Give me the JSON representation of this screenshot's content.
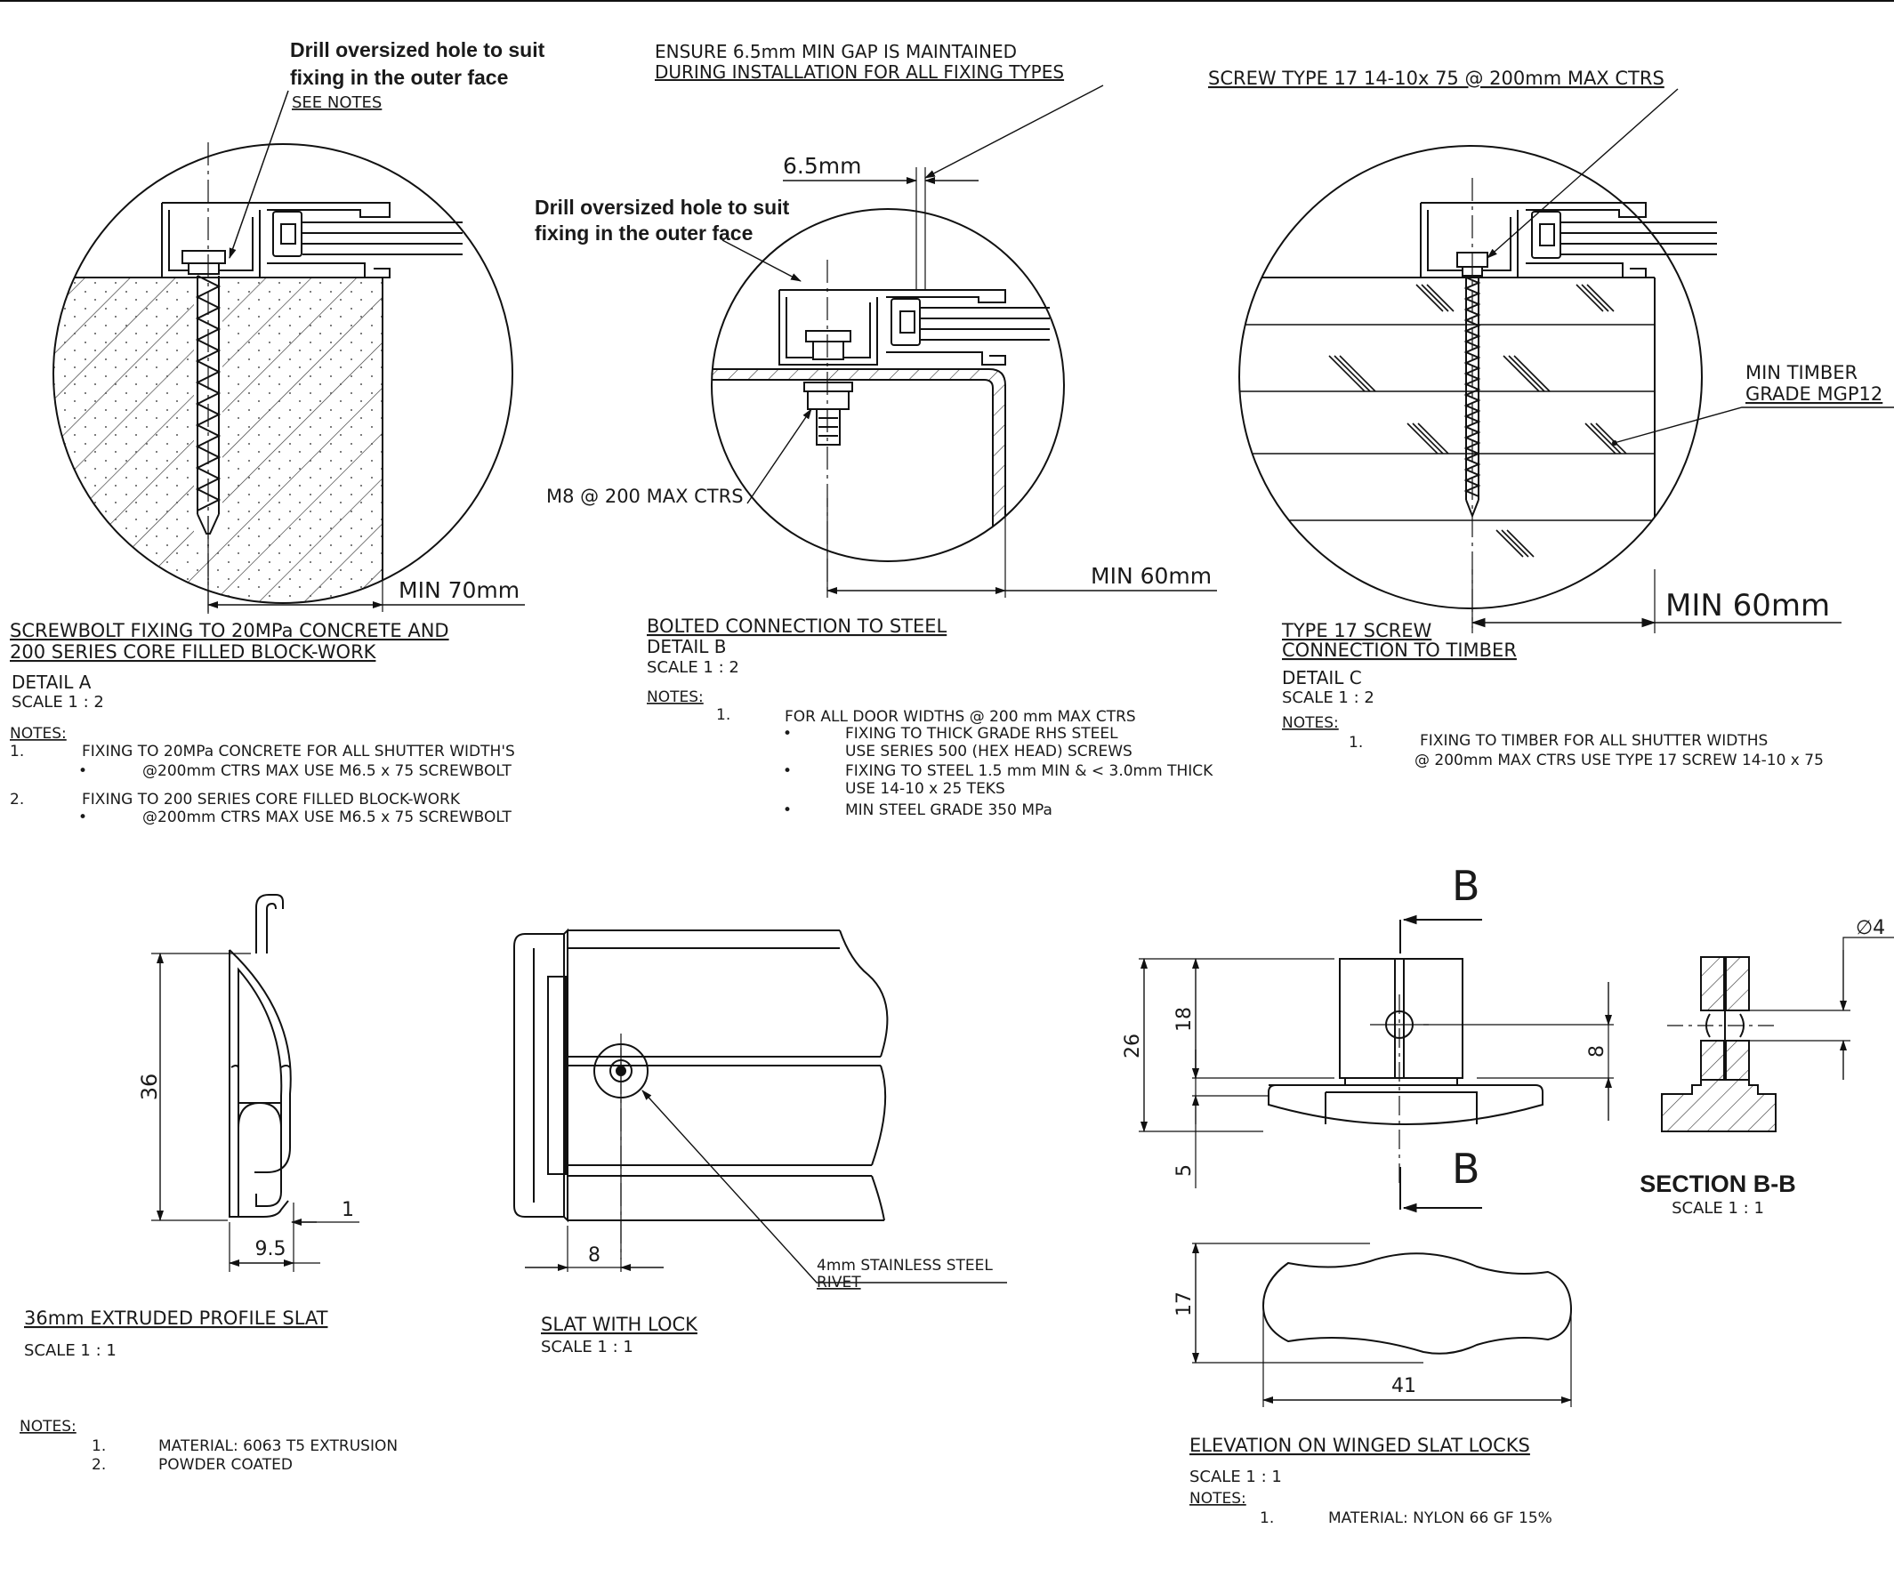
{
  "detail_a": {
    "callout_line1": "Drill oversized hole to suit",
    "callout_line2": "fixing in the outer face",
    "see_notes": "SEE NOTES",
    "dim_min": "MIN 70mm",
    "title_line1": "SCREWBOLT FIXING TO 20MPa CONCRETE AND",
    "title_line2": "200 SERIES CORE FILLED BLOCK-WORK",
    "detail": "DETAIL A",
    "scale": "SCALE 1 : 2",
    "notes_label": "NOTES:",
    "notes": [
      {
        "num": "1.",
        "text": "FIXING TO 20MPa CONCRETE  FOR ALL SHUTTER WIDTH'S",
        "sub": "@200mm CTRS MAX USE M6.5 x 75 SCREWBOLT"
      },
      {
        "num": "2.",
        "text": "FIXING TO 200 SERIES CORE FILLED BLOCK-WORK",
        "sub": "@200mm CTRS MAX USE M6.5 x 75 SCREWBOLT"
      }
    ]
  },
  "detail_b": {
    "gap_line1": "ENSURE 6.5mm MIN GAP IS MAINTAINED",
    "gap_line2": "DURING INSTALLATION FOR ALL FIXING TYPES",
    "dim_gap": "6.5mm",
    "callout_line1": "Drill oversized hole to suit",
    "callout_line2": "fixing in the outer face",
    "bolt_label": "M8 @ 200 MAX CTRS",
    "dim_min": "MIN 60mm",
    "title": "BOLTED CONNECTION TO STEEL",
    "detail": "DETAIL B",
    "scale": "SCALE 1 : 2",
    "notes_label": "NOTES:",
    "note_num": "1.",
    "note_head": "FOR ALL DOOR WIDTHS @ 200 mm MAX CTRS",
    "bullets": [
      {
        "l1": "FIXING TO THICK GRADE RHS STEEL",
        "l2": "USE SERIES 500 (HEX HEAD) SCREWS"
      },
      {
        "l1": "FIXING TO STEEL 1.5 mm MIN & < 3.0mm THICK",
        "l2": "USE 14-10 x 25 TEKS"
      },
      {
        "l1": "MIN STEEL GRADE 350 MPa",
        "l2": ""
      }
    ]
  },
  "detail_c": {
    "screw_label": "SCREW TYPE 17 14-10x 75 @ 200mm MAX CTRS",
    "timber_line1": "MIN TIMBER",
    "timber_line2": "GRADE MGP12",
    "dim_min": "MIN 60mm",
    "title_line1": "TYPE 17 SCREW",
    "title_line2": "CONNECTION TO TIMBER",
    "detail": "DETAIL C",
    "scale": "SCALE 1 : 2",
    "notes_label": "NOTES:",
    "note_num": "1.",
    "note_line1": "FIXING TO TIMBER FOR ALL SHUTTER WIDTHS",
    "note_line2": "@ 200mm MAX CTRS USE TYPE 17 SCREW 14-10 x 75"
  },
  "slat_profile": {
    "dim_height": "36",
    "dim_width": "9.5",
    "dim_thick": "1",
    "title": "36mm EXTRUDED PROFILE SLAT",
    "scale": "SCALE 1 : 1",
    "notes_label": "NOTES:",
    "notes": [
      {
        "num": "1.",
        "text": "MATERIAL: 6063 T5 EXTRUSION"
      },
      {
        "num": "2.",
        "text": "POWDER COATED"
      }
    ]
  },
  "slat_lock": {
    "dim_offset": "8",
    "rivet_line1": "4mm STAINLESS STEEL",
    "rivet_line2": "RIVET",
    "title": "SLAT WITH LOCK",
    "scale": "SCALE 1 : 1"
  },
  "winged_lock": {
    "section_letter_top": "B",
    "section_letter_bottom": "B",
    "dim_26": "26",
    "dim_18": "18",
    "dim_8": "8",
    "dim_5": "5",
    "dim_17": "17",
    "dim_41": "41",
    "dim_dia": "∅4",
    "section_title": "SECTION B-B",
    "section_scale": "SCALE 1 : 1",
    "title": "ELEVATION ON WINGED SLAT LOCKS",
    "scale": "SCALE 1 : 1",
    "notes_label": "NOTES:",
    "note_num": "1.",
    "note_text": "MATERIAL: NYLON 66 GF 15%"
  }
}
